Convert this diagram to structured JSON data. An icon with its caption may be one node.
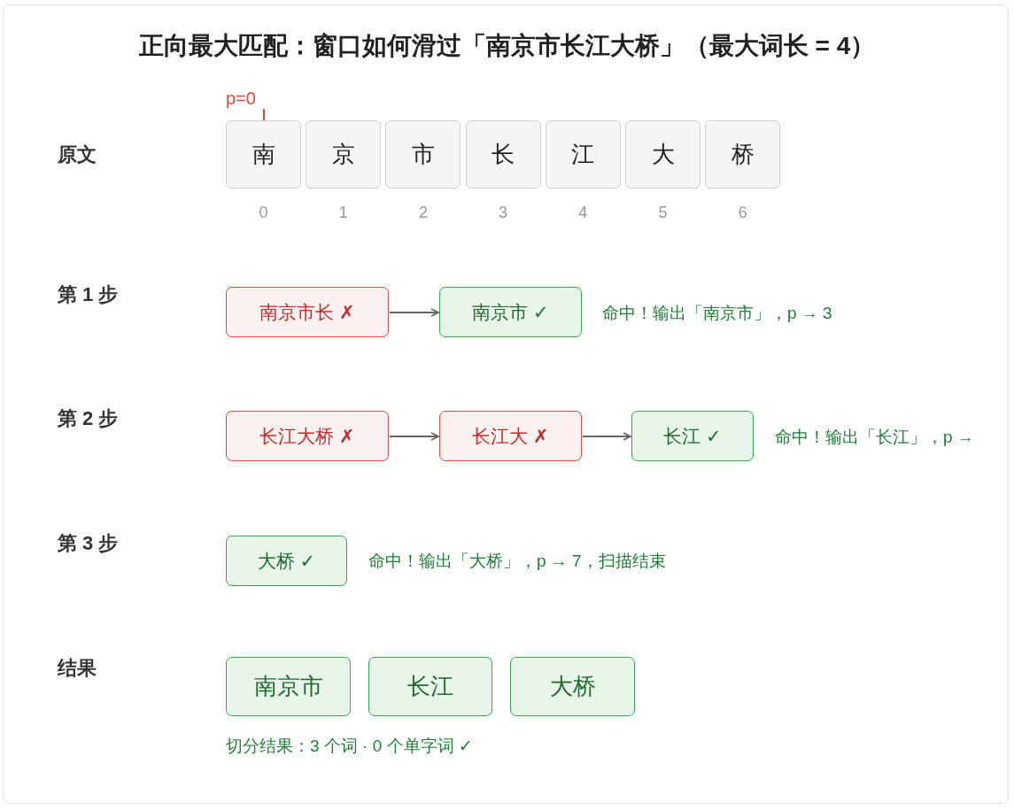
{
  "diagram": {
    "title": "正向最大匹配：窗口如何滑过「南京市长江大桥」（最大词长 = 4）",
    "nodes": [
      {
        "text": [
          "p=0"
        ]
      },
      {
        "text": [
          "南"
        ],
        "beside": [
          "0"
        ]
      },
      {
        "text": [
          "京"
        ],
        "beside": [
          "1"
        ]
      },
      {
        "text": [
          "市"
        ],
        "beside": [
          "2"
        ]
      },
      {
        "text": [
          "长"
        ],
        "beside": [
          "3"
        ]
      },
      {
        "text": [
          "江"
        ],
        "beside": [
          "4"
        ]
      },
      {
        "text": [
          "大"
        ],
        "beside": [
          "5"
        ]
      },
      {
        "text": [
          "桥"
        ],
        "beside": [
          "6"
        ]
      },
      {
        "text": [
          "南京市长 ✗"
        ]
      },
      {
        "text": [
          "南京市 ✓"
        ]
      },
      {
        "text": [
          "长江大桥 ✗"
        ]
      },
      {
        "text": [
          "长江大 ✗"
        ]
      },
      {
        "text": [
          "长江 ✓"
        ]
      },
      {
        "text": [
          "大桥 ✓"
        ]
      },
      {
        "text": [
          "南京市"
        ]
      },
      {
        "text": [
          "长江"
        ]
      },
      {
        "text": [
          "大桥"
        ]
      }
    ],
    "edges": [
      {
        "from": 0,
        "to": 1,
        "arrow": "none",
        "color": "#e8453c"
      },
      {
        "from": 8,
        "to": 9,
        "arrow": "to"
      },
      {
        "from": 10,
        "to": 11,
        "arrow": "to"
      },
      {
        "from": 11,
        "to": 12,
        "arrow": "to"
      }
    ],
    "labels": [
      "原文",
      "第 1 步",
      "命中！输出「南京市」，p → 3",
      "第 2 步",
      "命中！输出「长江」，p →",
      "第 3 步",
      "命中！输出「大桥」，p → 7，扫描结束",
      "结果",
      "切分结果：3 个词 · 0 个单字词 ✓"
    ]
  }
}
